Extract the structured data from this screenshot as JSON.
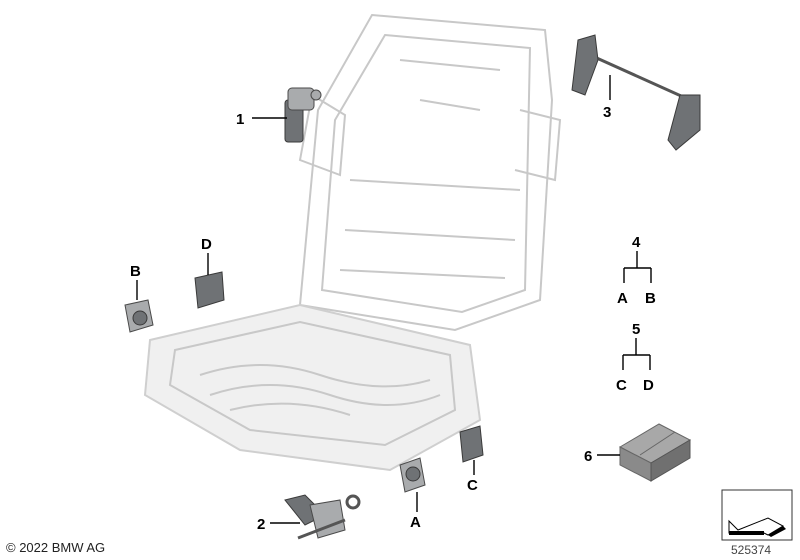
{
  "diagram": {
    "callouts": [
      {
        "id": "1",
        "label": "1"
      },
      {
        "id": "2",
        "label": "2"
      },
      {
        "id": "3",
        "label": "3"
      },
      {
        "id": "4",
        "label": "4"
      },
      {
        "id": "5",
        "label": "5"
      },
      {
        "id": "6",
        "label": "6"
      }
    ],
    "variants": {
      "A_part": "A",
      "B_part": "B",
      "C_part": "C",
      "D_part": "D",
      "tree4_left": "A",
      "tree4_right": "B",
      "tree5_left": "C",
      "tree5_right": "D"
    },
    "copyright": "© 2022 BMW AG",
    "image_number": "525374"
  }
}
